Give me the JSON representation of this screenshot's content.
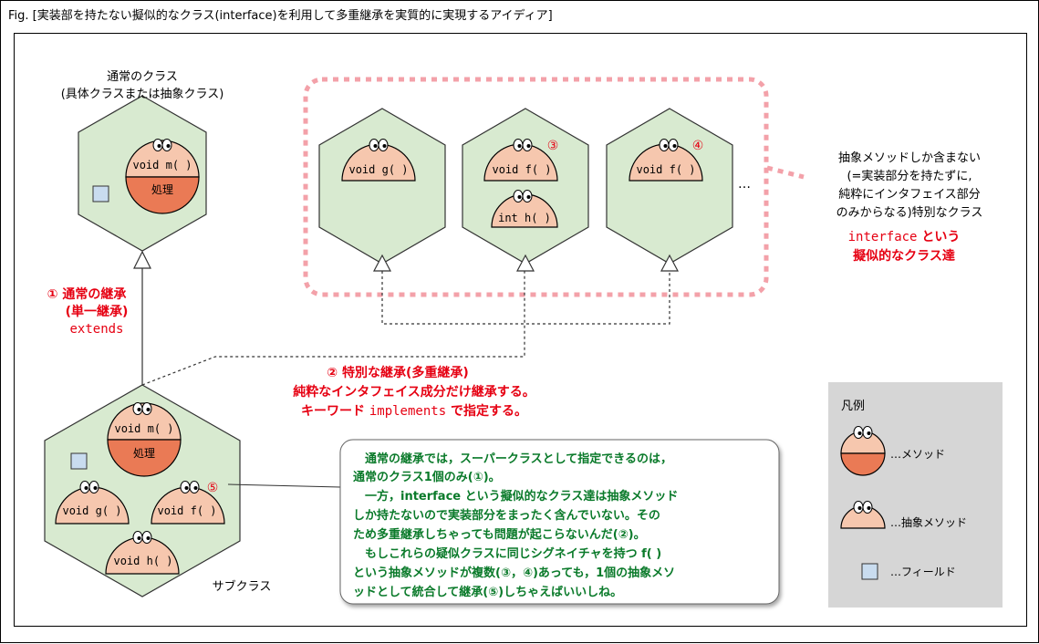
{
  "figure_title": "Fig. [実装部を持たない擬似的なクラス(interface)を利用して多重継承を実質的に実現するアイディア]",
  "normal_class": {
    "title_line1": "通常のクラス",
    "title_line2": "(具体クラスまたは抽象クラス)",
    "method": "void m( )",
    "impl": "処理"
  },
  "interfaces": [
    {
      "methods": [
        "void g( )"
      ],
      "marker": ""
    },
    {
      "methods": [
        "void f( )",
        "int h( )"
      ],
      "marker": "③"
    },
    {
      "methods": [
        "void f( )"
      ],
      "marker": "④"
    }
  ],
  "ellipsis": "…",
  "interface_desc": {
    "lines": [
      "抽象メソッドしか含まない",
      "(=実装部分を持たずに,",
      "純粋にインタフェイス部分",
      "のみからなる)特別なクラス"
    ],
    "keyword": "interface",
    "keyword_suffix": " という",
    "line_last": "擬似的なクラス達"
  },
  "single_inheritance": {
    "line1": "① 通常の継承",
    "line2": "(単一継承)",
    "keyword": "extends"
  },
  "multi_inheritance": {
    "line1": "② 特別な継承(多重継承)",
    "line2": "純粋なインタフェイス成分だけ継承する。",
    "line3_prefix": "キーワード ",
    "line3_keyword": "implements",
    "line3_suffix": " で指定する。"
  },
  "subclass": {
    "label": "サブクラス",
    "method_m": "void m( )",
    "impl": "処理",
    "method_g": "void g( )",
    "method_f": "void f( )",
    "method_h": "void h( )",
    "marker": "⑤"
  },
  "note": {
    "lines": [
      "　通常の継承では，スーパークラスとして指定できるのは，",
      "通常のクラス1個のみ(①)。",
      "　一方，interface という擬似的なクラス達は抽象メソッド",
      "しか持たないので実装部分をまったく含んでいない。その",
      "ため多重継承しちゃっても問題が起こらないんだ(②)。",
      "　もしこれらの疑似クラスに同じシグネイチャを持つ f( )",
      "という抽象メソッドが複数(③，④)あっても，1個の抽象メソ",
      "ッドとして統合して継承(⑤)しちゃえばいいしね。"
    ]
  },
  "legend": {
    "title": "凡例",
    "method": "…メソッド",
    "abstract_method": "…抽象メソッド",
    "field": "…フィールド"
  },
  "colors": {
    "hex_fill": "#d8ead0",
    "hex_stroke": "#333333",
    "method_top": "#f6c7ae",
    "impl_fill": "#ea7a55",
    "red": "#e60012",
    "green": "#0a7a2a",
    "field_fill": "#c9dcef",
    "legend_bg": "#d6d6d6",
    "dash_pink": "#f3a1a9"
  }
}
